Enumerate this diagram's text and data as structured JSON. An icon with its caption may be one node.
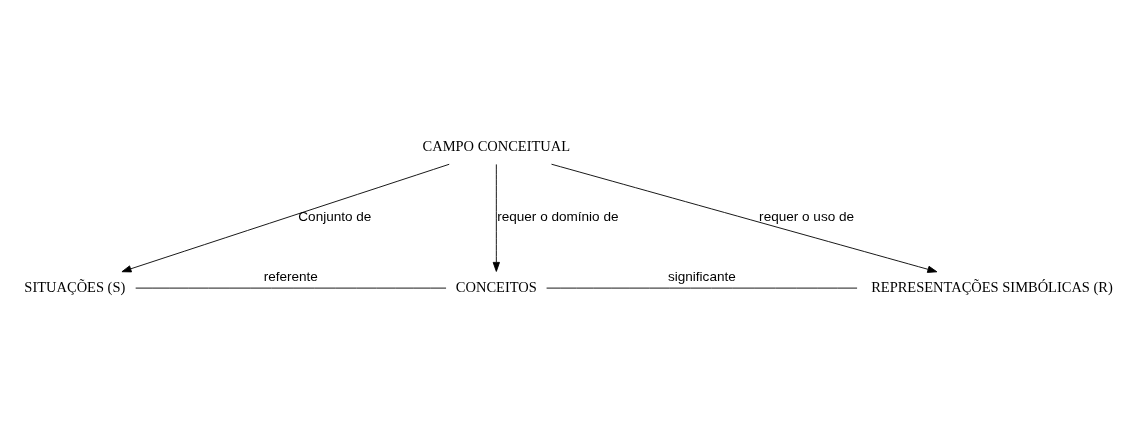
{
  "diagram": {
    "nodes": [
      {
        "text": [
          "CAMPO CONCEITUAL"
        ]
      },
      {
        "text": [
          "SITUAÇÕES (S)"
        ]
      },
      {
        "text": [
          "CONCEITOS"
        ]
      },
      {
        "text": [
          "REPRESENTAÇÕES SIMBÓLICAS (R)"
        ]
      }
    ],
    "edges": [
      {
        "from": 0,
        "to": 1,
        "arrow": "to",
        "label": "Conjunto de"
      },
      {
        "from": 0,
        "to": 2,
        "arrow": "to",
        "label": "requer o domínio de"
      },
      {
        "from": 0,
        "to": 3,
        "arrow": "to",
        "label": "requer o uso de"
      },
      {
        "from": 1,
        "to": 2,
        "arrow": "none",
        "label": "referente"
      },
      {
        "from": 2,
        "to": 3,
        "arrow": "none",
        "label": "significante"
      }
    ]
  }
}
